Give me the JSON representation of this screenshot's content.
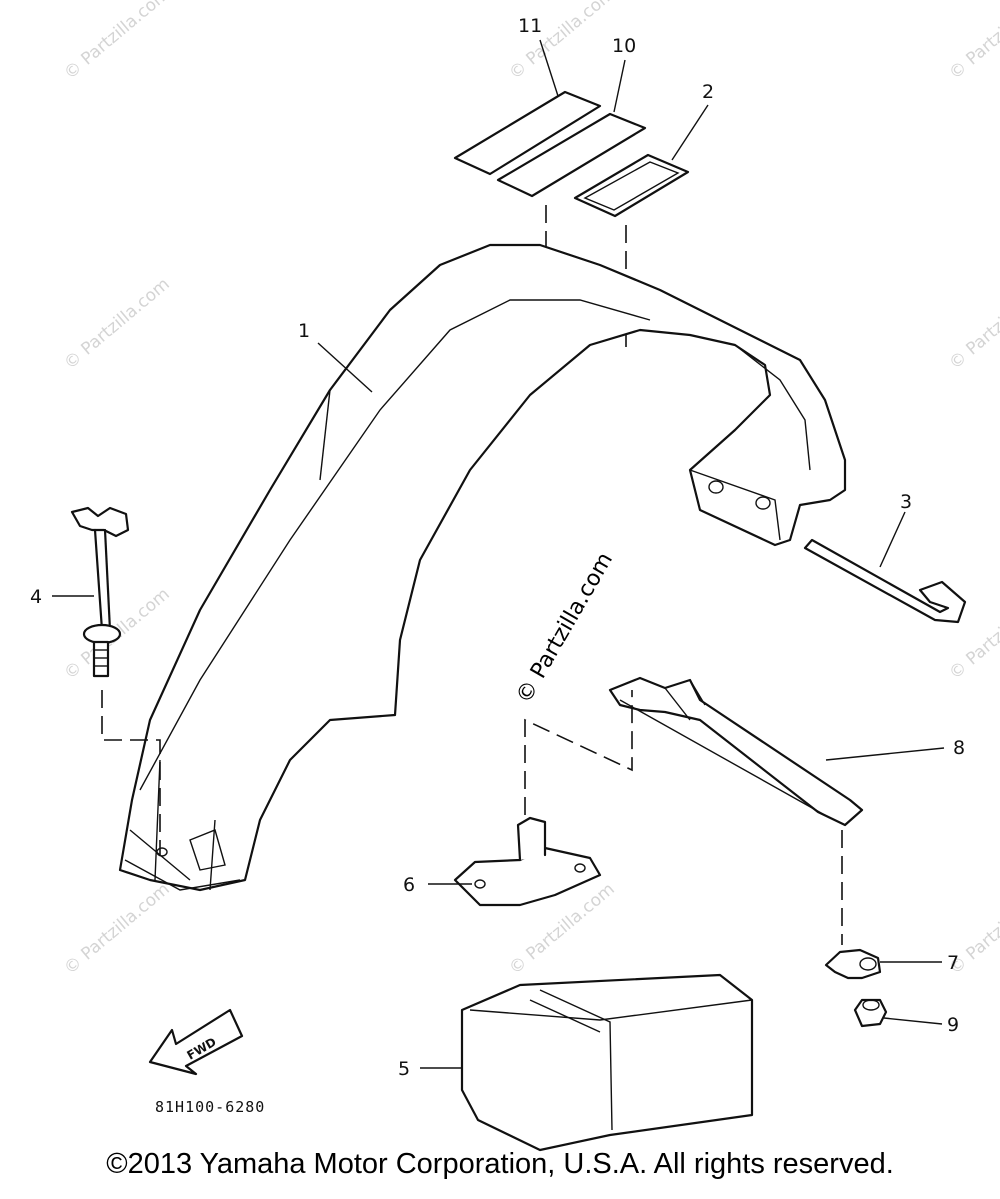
{
  "diagram": {
    "part_code": "81H100-6280",
    "fwd_label": "FWD",
    "copyright": "©2013 Yamaha Motor Corporation, U.S.A. All rights reserved.",
    "watermark_center": "© Partzilla.com",
    "watermark_tile": "© Partzilla.com"
  },
  "callouts": [
    {
      "id": "1",
      "part": "fender"
    },
    {
      "id": "2",
      "part": "gasket-label"
    },
    {
      "id": "3",
      "part": "l-rod"
    },
    {
      "id": "4",
      "part": "wing-bolt"
    },
    {
      "id": "5",
      "part": "cover-box"
    },
    {
      "id": "6",
      "part": "bracket-plate"
    },
    {
      "id": "7",
      "part": "clip"
    },
    {
      "id": "8",
      "part": "strap"
    },
    {
      "id": "9",
      "part": "grommet"
    },
    {
      "id": "10",
      "part": "label-strip"
    },
    {
      "id": "11",
      "part": "label-strip"
    }
  ]
}
